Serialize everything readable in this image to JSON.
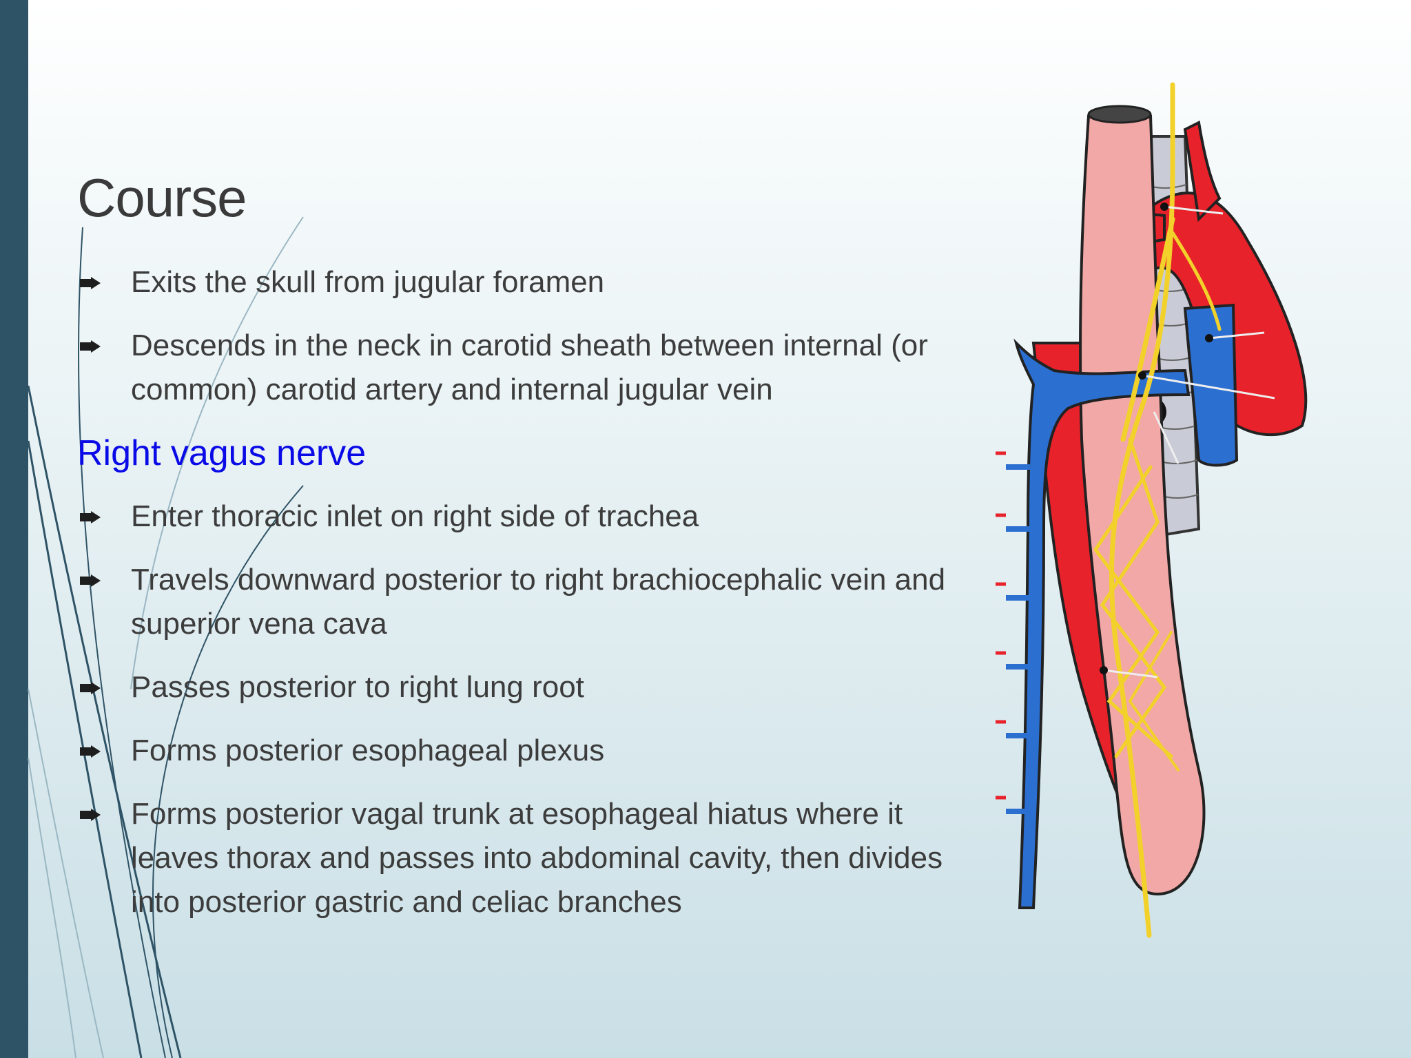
{
  "slide": {
    "title": "Course",
    "intro_bullets": [
      "Exits the skull from jugular foramen",
      "Descends in the neck in carotid sheath between internal (or common) carotid artery and internal jugular vein"
    ],
    "subheading": "Right vagus nerve",
    "right_vagus_bullets": [
      "Enter thoracic inlet on right side of trachea",
      "Travels downward posterior to right brachiocephalic vein and superior vena cava",
      "Passes posterior to right lung root",
      "Forms posterior esophageal plexus",
      "Forms posterior vagal trunk at esophageal hiatus where it leaves thorax and passes into abdominal cavity, then divides into posterior gastric and celiac branches"
    ]
  },
  "colors": {
    "left_bar": "#2f5366",
    "title_text": "#3a3a3a",
    "body_text": "#3c3c3c",
    "subheading": "#0a0ae6",
    "artery": "#e8222a",
    "vein": "#2b6fd1",
    "nerve": "#f2d22a",
    "esophagus": "#f2a8a6",
    "trachea": "#c9ccd6"
  },
  "icons": {
    "bullet": "arrow-bullet-icon"
  }
}
